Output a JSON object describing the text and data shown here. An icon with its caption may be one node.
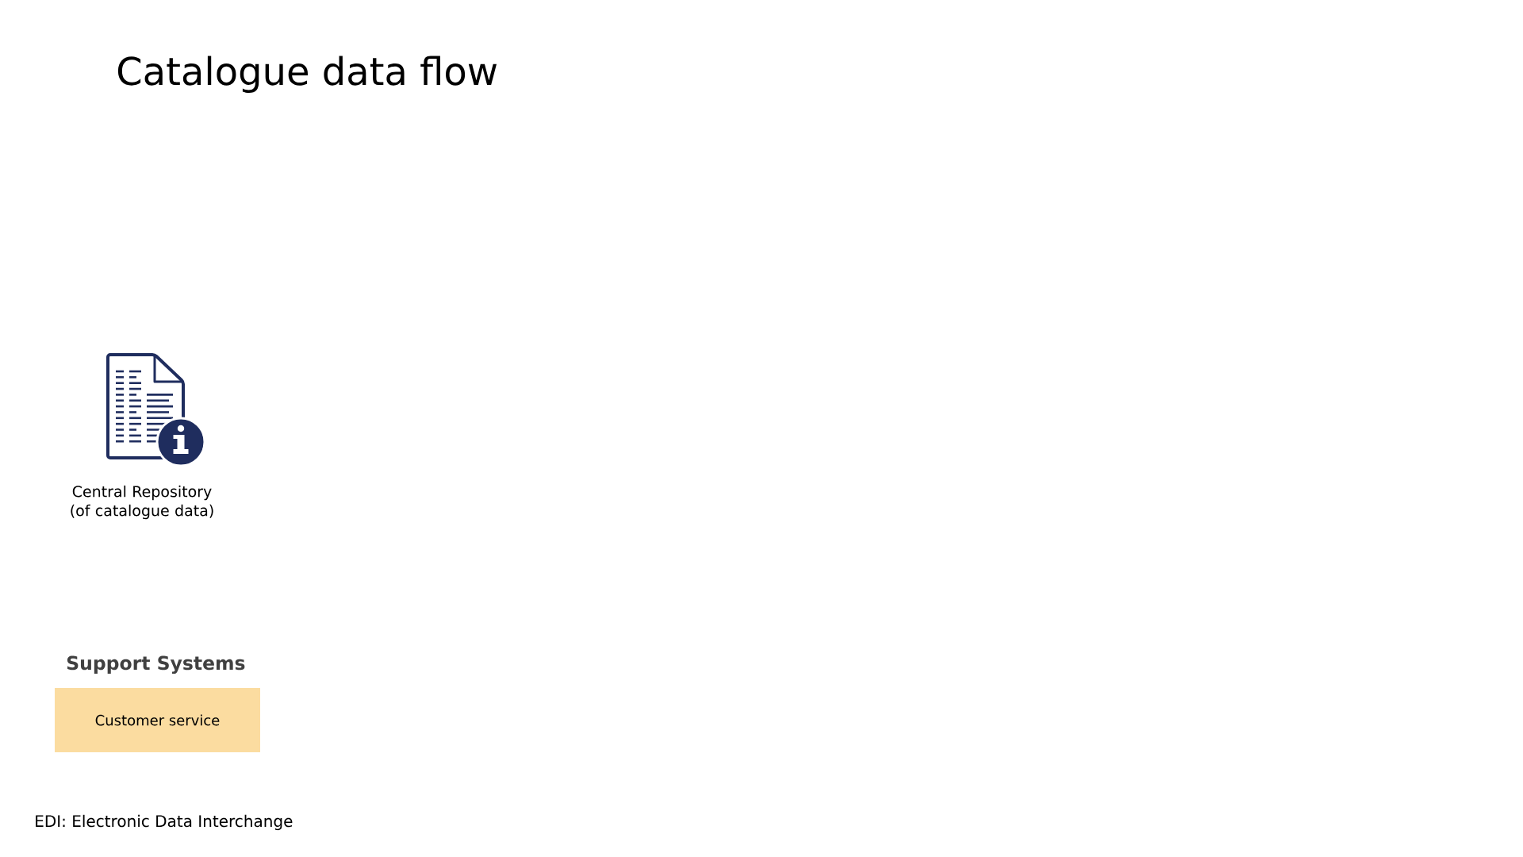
{
  "diagram": {
    "title": "Catalogue data flow",
    "nodes": [
      {
        "text": [
          "Central Repository (of catalogue data)"
        ]
      },
      {
        "text": [
          "Customer service"
        ]
      }
    ],
    "labels": [
      "Support Systems",
      "EDI: Electronic Data Interchange"
    ]
  }
}
